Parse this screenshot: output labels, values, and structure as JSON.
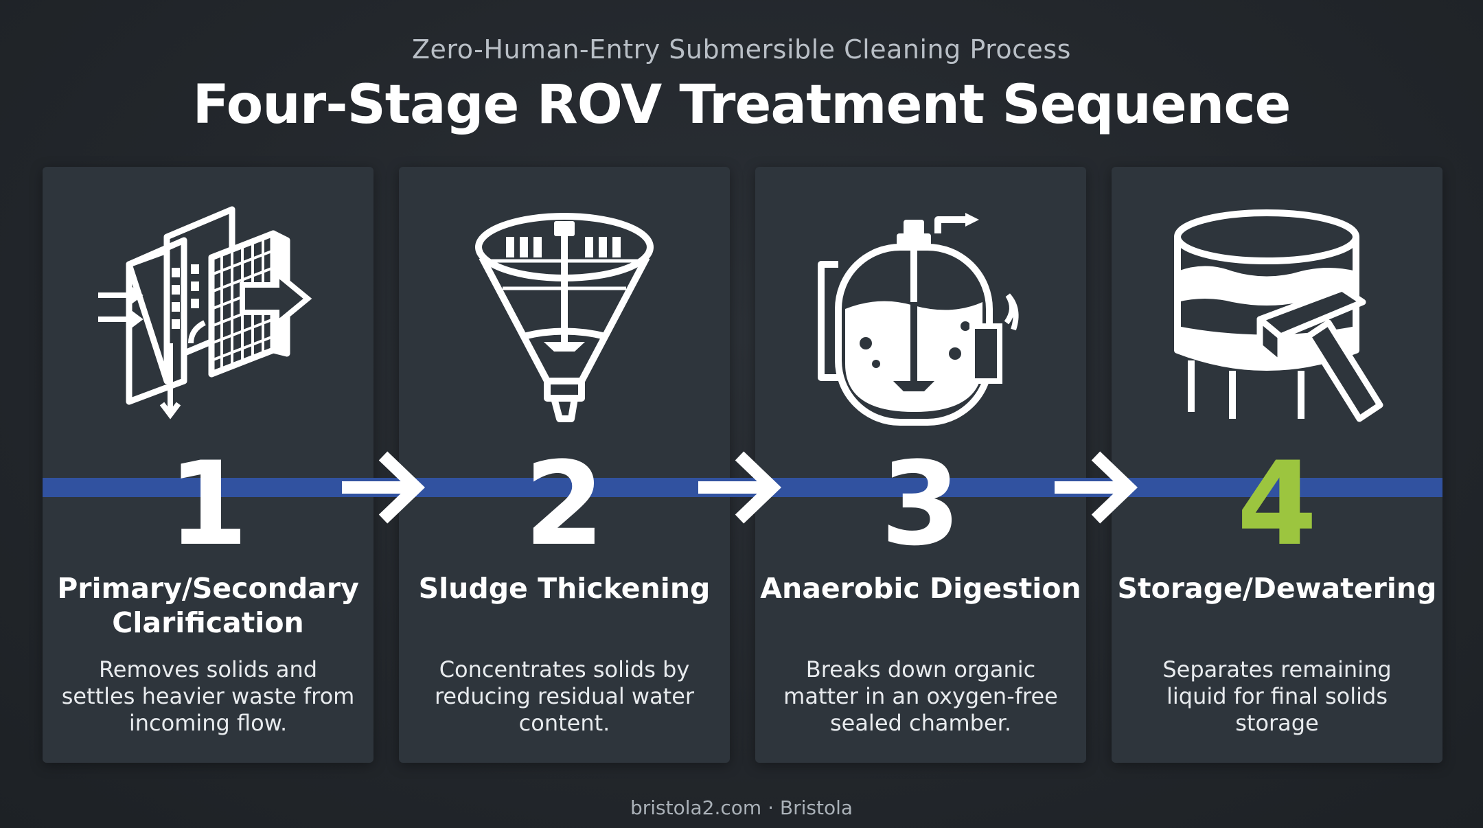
{
  "header": {
    "subtitle": "Zero-Human-Entry Submersible Cleaning Process",
    "title": "Four-Stage ROV Treatment Sequence"
  },
  "colors": {
    "background": "#25292e",
    "card": "#2e353c",
    "timeline": "#3152a0",
    "final_stage_accent": "#9cc53f",
    "text": "#ffffff"
  },
  "stages": [
    {
      "number": "1",
      "title": "Primary/Secondary Clarification",
      "description": "Removes solids and settles heavier waste from incoming flow.",
      "icon": "clarifier-screen-icon",
      "number_color": "#ffffff"
    },
    {
      "number": "2",
      "title": "Sludge Thickening",
      "description": "Concentrates solids by reducing residual water content.",
      "icon": "thickener-cone-icon",
      "number_color": "#ffffff"
    },
    {
      "number": "3",
      "title": "Anaerobic Digestion",
      "description": "Breaks down organic matter in an oxygen-free sealed chamber.",
      "icon": "digester-tank-icon",
      "number_color": "#ffffff"
    },
    {
      "number": "4",
      "title": "Storage/Dewatering",
      "description": "Separates remaining liquid for final solids storage",
      "icon": "storage-tank-chute-icon",
      "number_color": "#9cc53f"
    }
  ],
  "connector_icon": "arrow-right-icon",
  "footer": {
    "credit": "bristola2.com · Bristola"
  }
}
